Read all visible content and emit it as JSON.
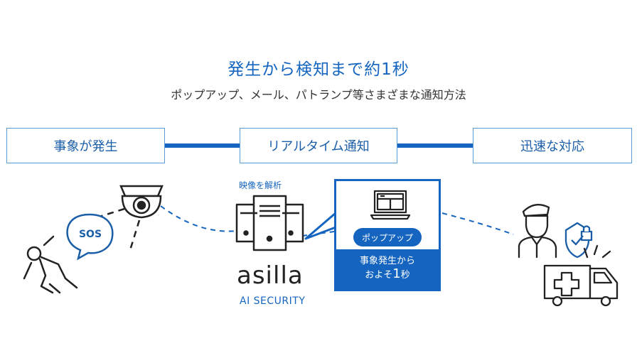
{
  "header": {
    "title": "発生から検知まで約1秒",
    "subtitle": "ポップアップ、メール、パトランプ等さまざまな通知方法"
  },
  "steps": [
    {
      "label": "事象が発生"
    },
    {
      "label": "リアルタイム通知"
    },
    {
      "label": "迅速な対応"
    }
  ],
  "server": {
    "caption": "映像を解析",
    "logo": "asilla",
    "logo_sub": "AI SECURITY"
  },
  "popup": {
    "pill_label": "ポップアップ",
    "foot_line1": "事象発生から",
    "foot_line2_prefix": "およそ",
    "foot_line2_number": "1",
    "foot_line2_suffix": "秒"
  },
  "sos": {
    "text": "SOS"
  },
  "colors": {
    "accent": "#1565c0",
    "border": "#5b9bd5"
  },
  "icons": [
    "camera-icon",
    "sos-bubble-icon",
    "falling-person-icon",
    "server-icon",
    "laptop-icon",
    "guard-icon",
    "shield-lock-icon",
    "ambulance-icon"
  ]
}
